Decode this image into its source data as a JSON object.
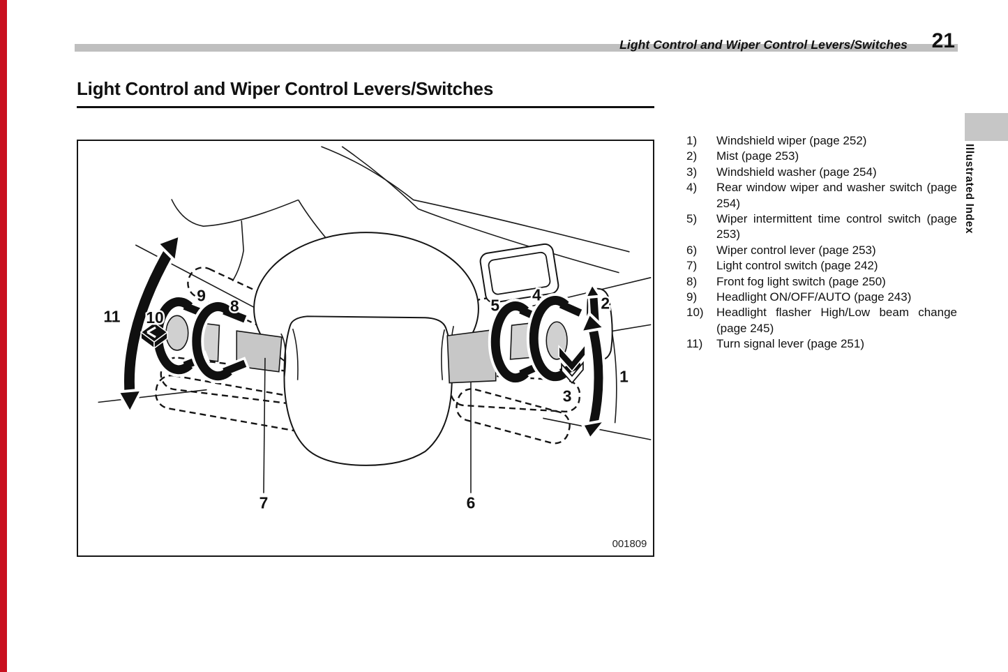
{
  "page": {
    "edge_bar_color": "#c9101f"
  },
  "header": {
    "running_title": "Light Control and Wiper Control Levers/Switches",
    "page_number": "21",
    "bar_color": "#bfbfbf"
  },
  "section_title": "Light Control and Wiper Control Levers/Switches",
  "side_tab": {
    "label": "Illustrated Index",
    "tab_color": "#c6c6c6"
  },
  "figure": {
    "code": "001809",
    "lever_gray": "#c7c7c7",
    "callouts": [
      "1",
      "2",
      "3",
      "4",
      "5",
      "6",
      "7",
      "8",
      "9",
      "10",
      "11"
    ]
  },
  "index_list": {
    "items": [
      {
        "num": "1)",
        "text": "Windshield wiper (page 252)"
      },
      {
        "num": "2)",
        "text": "Mist (page 253)"
      },
      {
        "num": "3)",
        "text": "Windshield washer (page 254)"
      },
      {
        "num": "4)",
        "text": "Rear window wiper and washer switch (page 254)"
      },
      {
        "num": "5)",
        "text": "Wiper intermittent time control switch (page 253)"
      },
      {
        "num": "6)",
        "text": "Wiper control lever (page 253)"
      },
      {
        "num": "7)",
        "text": "Light control switch (page 242)"
      },
      {
        "num": "8)",
        "text": "Front fog light switch (page 250)"
      },
      {
        "num": "9)",
        "text": "Headlight ON/OFF/AUTO (page 243)"
      },
      {
        "num": "10)",
        "text": "Headlight flasher High/Low beam change (page 245)"
      },
      {
        "num": "11)",
        "text": "Turn signal lever (page 251)"
      }
    ]
  }
}
